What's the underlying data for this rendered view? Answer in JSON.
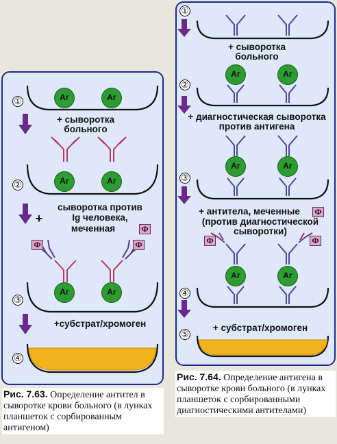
{
  "left_panel": {
    "steps": [
      "①",
      "②",
      "③",
      "④"
    ],
    "antigen_label": "Аг",
    "reagent_1": "+ сыворотка больного",
    "reagent_2_plus": "+",
    "reagent_2_line1": "сыворотка против",
    "reagent_2_line2": "Ig человека,",
    "reagent_2_line3": "меченная",
    "reagent_3": "+субстрат/хромоген",
    "label_symbol": "Ф",
    "caption_title": "Рис. 7.63.",
    "caption_text": "Определение антител в сыворотке крови больного (в лунках планшеток с сорбированным антигеном)"
  },
  "right_panel": {
    "steps": [
      "①",
      "②",
      "③",
      "④",
      "⑤"
    ],
    "antigen_label": "Аг",
    "reagent_1": "+ сыворотка больного",
    "reagent_2": "+ диагностическая сыворотка против антигена",
    "reagent_3_line1": "+ антитела, меченные",
    "reagent_3_line2": "(против диагностической сыворотки)",
    "reagent_4": "+ субстрат/хромоген",
    "label_symbol": "Ф",
    "caption_title": "Рис. 7.64.",
    "caption_text": "Определение антигена в сыворотке крови больного (в лунках планшеток с сорбированными диагностическими антителами)"
  },
  "colors": {
    "panel_bg": "#dfe8f8",
    "panel_border": "#1e2a8c",
    "antigen": "#2e9b33",
    "arrow": "#6a2a8a",
    "label": "#d9a9c9",
    "substrate": "#f2b21c"
  }
}
